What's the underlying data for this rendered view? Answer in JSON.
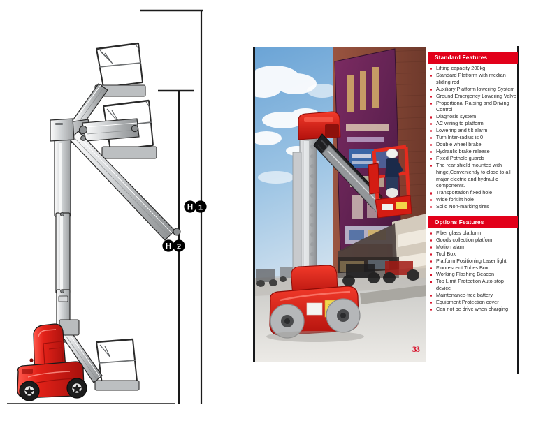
{
  "diagram": {
    "label_h1": "H",
    "label_h1_num": "1",
    "label_h2": "H",
    "label_h2_num": "2",
    "alt": "articulated-boom-lift-reach-diagram",
    "colors": {
      "machine_red": "#d9231f",
      "boom_grey": "#b6b8ba",
      "outline": "#1a1a1a"
    }
  },
  "photo": {
    "alt": "red-articulated-boom-lift-working-at-building-facade",
    "page_number": "33",
    "colors": {
      "sky": "#8fb9dd",
      "banner": "#6d2a5e",
      "brick": "#8c4a36",
      "ground": "#d9d9d6"
    }
  },
  "features": {
    "standard": {
      "title": "Standard Features",
      "items": [
        {
          "text": "Lifting capacity 200kg",
          "cont": false
        },
        {
          "text": "Standard Platform with median",
          "cont": false
        },
        {
          "text": "sliding rod",
          "cont": true
        },
        {
          "text": "Auxiliary Platform lowering System",
          "cont": false
        },
        {
          "text": "Ground Emergency Lowering Valve",
          "cont": false
        },
        {
          "text": "Proportional Raising and Driving",
          "cont": false
        },
        {
          "text": "Control",
          "cont": true
        },
        {
          "text": "Diagnosis system",
          "cont": false
        },
        {
          "text": "AC wiring to platform",
          "cont": false
        },
        {
          "text": "Lowering and tilt alarm",
          "cont": false
        },
        {
          "text": "Turn Inter-radius is 0",
          "cont": false
        },
        {
          "text": "Double wheel brake",
          "cont": false
        },
        {
          "text": "Hydraulic brake release",
          "cont": false
        },
        {
          "text": "Fixed Pothole guards",
          "cont": false
        },
        {
          "text": "The rear shield mounted with",
          "cont": false
        },
        {
          "text": "hinge,Conveniently to close to all",
          "cont": true
        },
        {
          "text": "majar electric and hydraulic",
          "cont": true
        },
        {
          "text": "components.",
          "cont": true
        },
        {
          "text": "Transportation fixed hole",
          "cont": false
        },
        {
          "text": "Wide forklift hole",
          "cont": false
        },
        {
          "text": "Solid Non-marking  tires",
          "cont": false
        }
      ]
    },
    "options": {
      "title": "Options Features",
      "items": [
        {
          "text": "Fiber glass platform",
          "cont": false
        },
        {
          "text": "Goods collection platform",
          "cont": false
        },
        {
          "text": "Motion alarm",
          "cont": false
        },
        {
          "text": "Tool Box",
          "cont": false
        },
        {
          "text": "Platform Positioning Laser light",
          "cont": false
        },
        {
          "text": "Fluorescent Tubes Box",
          "cont": false
        },
        {
          "text": "Working Flashing Beacon",
          "cont": false
        },
        {
          "text": "Top Limit Protection Auto-stop",
          "cont": false
        },
        {
          "text": "device",
          "cont": true
        },
        {
          "text": "Maintenance-free battery",
          "cont": false
        },
        {
          "text": "Equipment Protection cover",
          "cont": false
        },
        {
          "text": "Can not be drive when charging",
          "cont": false
        }
      ]
    },
    "colors": {
      "header_bg": "#e2001a",
      "header_text": "#ffffff",
      "bullet": "#d8142b",
      "body_text": "#2b2b2b"
    }
  }
}
